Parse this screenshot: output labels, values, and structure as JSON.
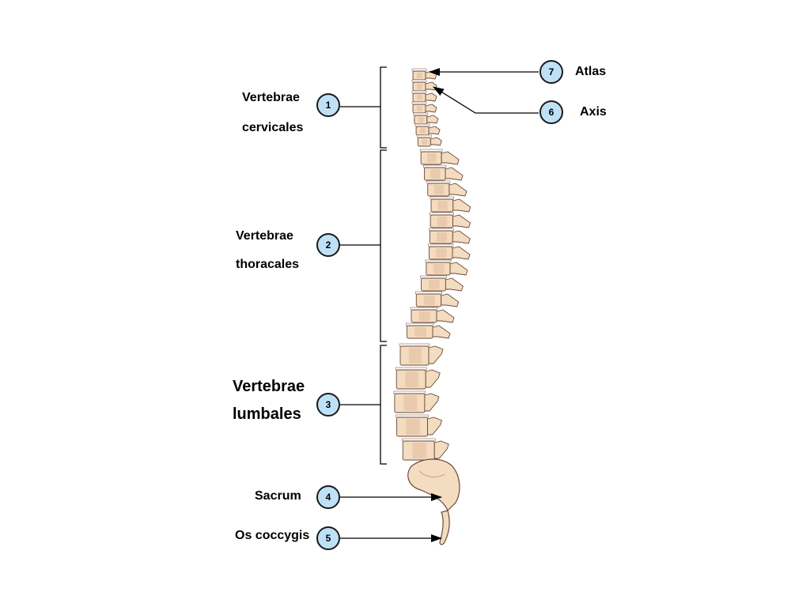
{
  "regions": [
    {
      "number": "1",
      "line1": "Vertebrae",
      "line2": "cervicales"
    },
    {
      "number": "2",
      "line1": "Vertebrae",
      "line2": "thoracales"
    },
    {
      "number": "3",
      "line1": "Vertebrae",
      "line2": "lumbales"
    }
  ],
  "sacrum": {
    "number": "4",
    "label": "Sacrum"
  },
  "coccyx": {
    "number": "5",
    "label": "Os coccygis"
  },
  "axis": {
    "number": "6",
    "label": "Axis"
  },
  "atlas": {
    "number": "7",
    "label": "Atlas"
  },
  "colors": {
    "bone_fill": "#f3dcc0",
    "bone_shade": "#e2b89a",
    "bone_outline": "#6b4a3a",
    "disc": "#ffffff",
    "badge_fill": "#bfe1f7",
    "line": "#000000"
  }
}
